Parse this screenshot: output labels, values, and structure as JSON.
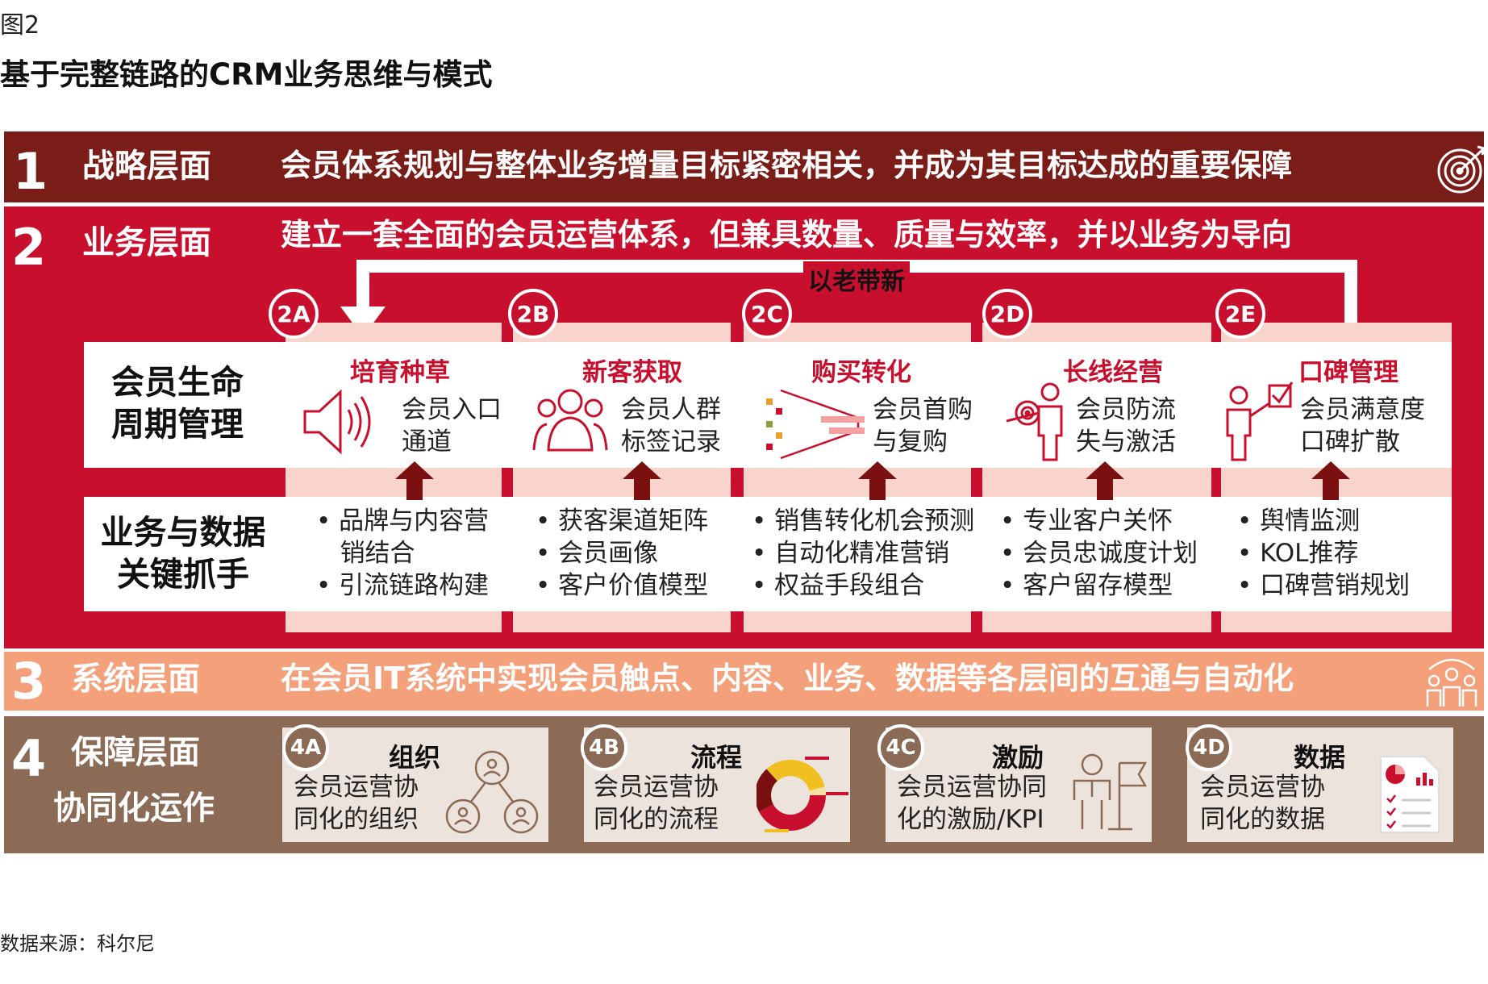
{
  "figure": {
    "label": "图2",
    "title": "基于完整链路的CRM业务思维与模式"
  },
  "levels": [
    {
      "num": "1",
      "name": "战略层面",
      "statement": "会员体系规划与整体业务增量目标紧密相关，并成为其目标达成的重要保障",
      "icon": "target-icon"
    },
    {
      "num": "2",
      "name": "业务层面",
      "statement": "建立一套全面的会员运营体系，但兼具数量、质量与效率，并以业务为导向"
    },
    {
      "num": "3",
      "name": "系统层面",
      "statement": "在会员IT系统中实现会员触点、内容、业务、数据等各层间的互通与自动化",
      "icon": "people-network-icon"
    },
    {
      "num": "4",
      "name": "保障层面",
      "subtitle": "协同化运作"
    }
  ],
  "loop_label": "以老带新",
  "row_labels": {
    "lifecycle": [
      "会员生命",
      "周期管理"
    ],
    "key_levers": [
      "业务与数据",
      "关键抓手"
    ]
  },
  "stages": [
    {
      "badge": "2A",
      "title": "培育种草",
      "desc": [
        "会员入口",
        "通道"
      ],
      "icon": "speaker-icon",
      "bullets": [
        "品牌与内容营",
        "销结合",
        "引流链路构建"
      ]
    },
    {
      "badge": "2B",
      "title": "新客获取",
      "desc": [
        "会员人群",
        "标签记录"
      ],
      "icon": "people-group-icon",
      "bullets": [
        "获客渠道矩阵",
        "会员画像",
        "客户价值模型"
      ]
    },
    {
      "badge": "2C",
      "title": "购买转化",
      "desc": [
        "会员首购",
        "与复购"
      ],
      "icon": "funnel-icon",
      "bullets": [
        "销售转化机会预测",
        "自动化精准营销",
        "权益手段组合"
      ]
    },
    {
      "badge": "2D",
      "title": "长线经营",
      "desc": [
        "会员防流",
        "失与激活"
      ],
      "icon": "person-target-icon",
      "bullets": [
        "专业客户关怀",
        "会员忠诚度计划",
        "客户留存模型"
      ]
    },
    {
      "badge": "2E",
      "title": "口碑管理",
      "desc": [
        "会员满意度",
        "口碑扩散"
      ],
      "icon": "person-check-icon",
      "bullets": [
        "舆情监测",
        "KOL推荐",
        "口碑营销规划"
      ]
    }
  ],
  "guarantees": [
    {
      "badge": "4A",
      "title": "组织",
      "desc": [
        "会员运营协",
        "同化的组织"
      ],
      "icon": "org-network-icon"
    },
    {
      "badge": "4B",
      "title": "流程",
      "desc": [
        "会员运营协",
        "同化的流程"
      ],
      "icon": "donut-chart-icon"
    },
    {
      "badge": "4C",
      "title": "激励",
      "desc": [
        "会员运营协同",
        "化的激励/KPI"
      ],
      "icon": "person-flag-icon"
    },
    {
      "badge": "4D",
      "title": "数据",
      "desc": [
        "会员运营协",
        "同化的数据"
      ],
      "icon": "report-icon"
    }
  ],
  "source": "数据来源：科尔尼",
  "colors": {
    "band1": "#7a1c18",
    "band2": "#c8102e",
    "band3": "#f4a07a",
    "band4": "#8b6b55",
    "accent": "#c8102e",
    "arrow": "#7a1010"
  }
}
